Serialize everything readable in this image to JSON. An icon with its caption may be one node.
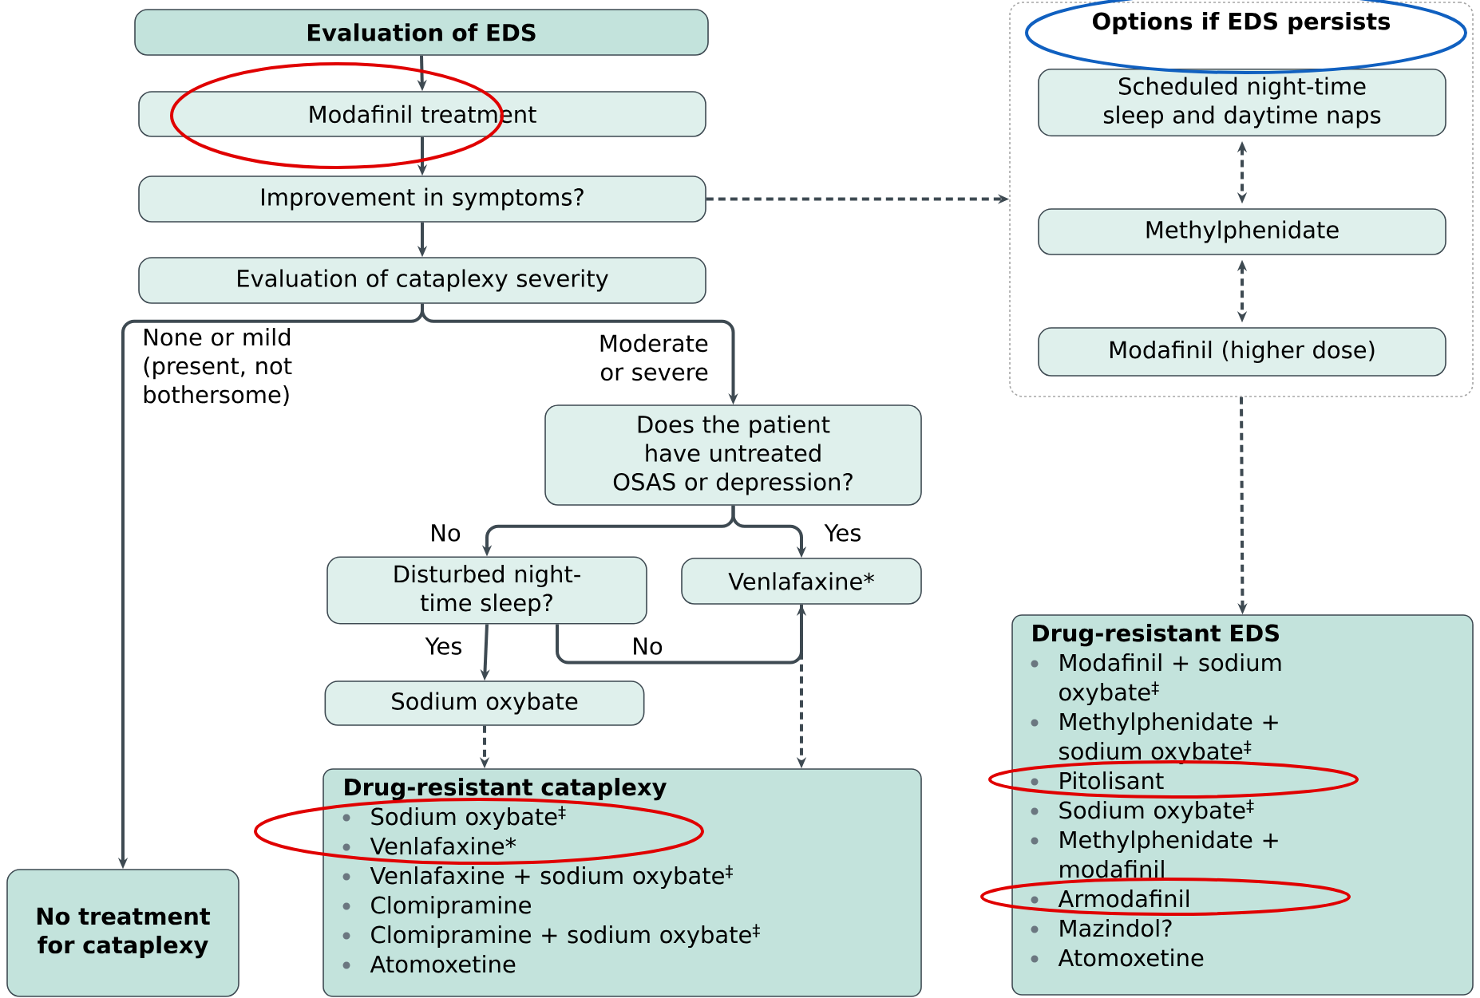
{
  "diagram": {
    "nodes": [
      {
        "text": [
          "Evaluation of EDS"
        ]
      },
      {
        "text": [
          "Modafinil treatment"
        ]
      },
      {
        "text": [
          "Improvement in symptoms?"
        ]
      },
      {
        "text": [
          "Evaluation of cataplexy severity"
        ]
      },
      {
        "text": [
          "Does the patient have untreated OSAS or depression?"
        ]
      },
      {
        "text": [
          "Disturbed night-time sleep?"
        ]
      },
      {
        "text": [
          "Venlafaxine*"
        ]
      },
      {
        "text": [
          "Sodium oxybate"
        ]
      },
      {
        "text": [
          "Drug-resistant cataplexy",
          "Sodium oxybate$^{‡}$",
          "Venlafaxine*",
          "Venlafaxine + sodium oxybate$^{‡}$",
          "Clomipramine",
          "Clomipramine + sodium oxybate$^{‡}$",
          "Atomoxetine"
        ]
      },
      {
        "text": [
          "No treatment for cataplexy"
        ]
      },
      {
        "text": [
          "Options if EDS persists"
        ]
      },
      {
        "text": [
          "Scheduled night-time sleep and daytime naps"
        ],
        "in": 10
      },
      {
        "text": [
          "Methylphenidate"
        ],
        "in": 10
      },
      {
        "text": [
          "Modafinil (higher dose)"
        ],
        "in": 10
      },
      {
        "text": [
          "Drug-resistant EDS",
          "Modafinil + sodium oxybate$^{‡}$",
          "Methylphenidate + sodium oxybate$^{‡}$",
          "Pitolisant",
          "Sodium oxybate$^{‡}$",
          "Methylphenidate + modafinil",
          "Armodafinil",
          "Mazindol?",
          "Atomoxetine"
        ]
      }
    ],
    "edges": [
      {
        "from": 0,
        "to": 1,
        "arrow": "to"
      },
      {
        "from": 1,
        "to": 2,
        "arrow": "to"
      },
      {
        "from": 2,
        "to": 3,
        "arrow": "to"
      },
      {
        "from": 2,
        "to": 10,
        "arrow": "to",
        "style": "dashed"
      },
      {
        "from": 3,
        "to": 9,
        "arrow": "to",
        "label": "None or mild (present, not bothersome)"
      },
      {
        "from": 3,
        "to": 4,
        "arrow": "to",
        "label": "Moderate or severe"
      },
      {
        "from": 4,
        "to": 5,
        "arrow": "to",
        "label": "No"
      },
      {
        "from": 4,
        "to": 6,
        "arrow": "to",
        "label": "Yes"
      },
      {
        "from": 5,
        "to": 7,
        "arrow": "to",
        "label": "Yes"
      },
      {
        "from": 5,
        "to": 6,
        "arrow": "to",
        "label": "No"
      },
      {
        "from": 7,
        "to": 8,
        "arrow": "to",
        "style": "dashed"
      },
      {
        "from": 6,
        "to": 8,
        "arrow": "to",
        "style": "dashed"
      },
      {
        "from": 11,
        "to": 12,
        "arrow": "both",
        "style": "dashed"
      },
      {
        "from": 12,
        "to": 13,
        "arrow": "both",
        "style": "dashed"
      },
      {
        "from": 10,
        "to": 14,
        "arrow": "to",
        "style": "dashed"
      }
    ]
  }
}
